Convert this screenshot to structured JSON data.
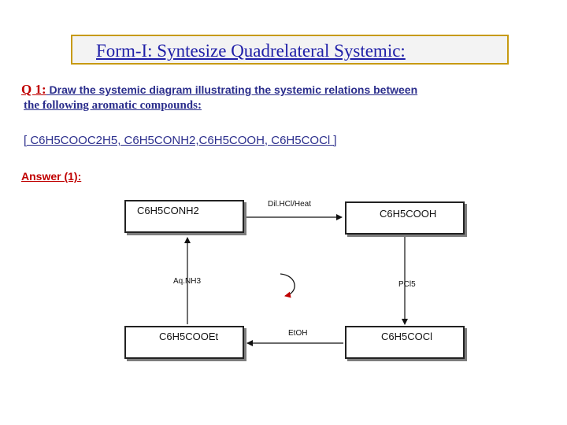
{
  "title": "Form-I: Syntesize Quadrelateral  Systemic:",
  "question": {
    "number": "Q 1:",
    "line1": " Draw the systemic diagram illustrating the systemic  relations between",
    "line2": "the following  aromatic compounds:",
    "compounds": "[ C6H5COOC2H5, C6H5CONH2,C6H5COOH, C6H5COCl ]"
  },
  "answer_label": "Answer (1):",
  "diagram": {
    "nodes": {
      "amide": "C6H5CONH2",
      "acid": "C6H5COOH",
      "ester": "C6H5COOEt",
      "acid_chloride": "C6H5COCl"
    },
    "reagents": {
      "amide_to_acid": "Dil.HCl/Heat",
      "acid_to_chloride": "PCl5",
      "chloride_to_ester": "EtOH",
      "ester_to_amide": "Aq.NH3"
    },
    "cycle_icon_color": "#c00000"
  }
}
